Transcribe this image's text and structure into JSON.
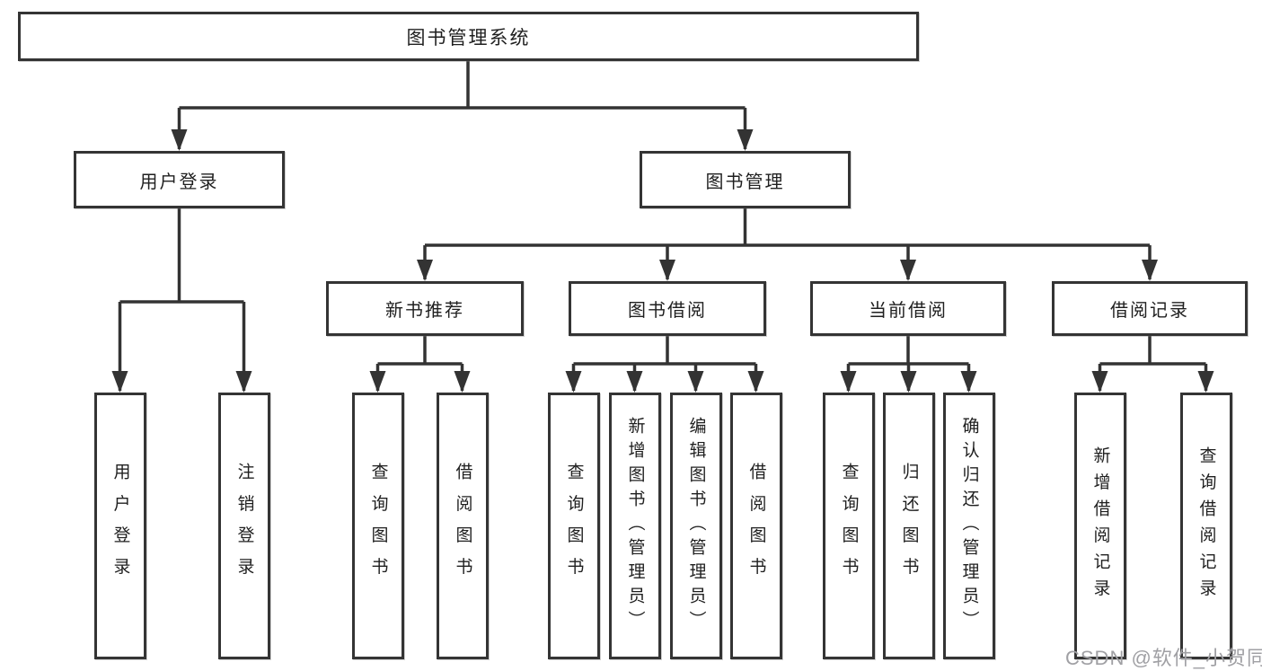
{
  "diagram": {
    "root": {
      "label": "图书管理系统"
    },
    "branches": [
      {
        "label": "用户登录",
        "children": [
          {
            "label": "用户登录"
          },
          {
            "label": "注销登录"
          }
        ]
      },
      {
        "label": "图书管理",
        "children": [
          {
            "label": "新书推荐",
            "children": [
              {
                "label": "查询图书"
              },
              {
                "label": "借阅图书"
              }
            ]
          },
          {
            "label": "图书借阅",
            "children": [
              {
                "label": "查询图书"
              },
              {
                "label": "新增图书（管理员）"
              },
              {
                "label": "编辑图书（管理员）"
              },
              {
                "label": "借阅图书"
              }
            ]
          },
          {
            "label": "当前借阅",
            "children": [
              {
                "label": "查询图书"
              },
              {
                "label": "归还图书"
              },
              {
                "label": "确认归还（管理员）"
              }
            ]
          },
          {
            "label": "借阅记录",
            "children": [
              {
                "label": "新增借阅记录"
              },
              {
                "label": "查询借阅记录"
              }
            ]
          }
        ]
      }
    ]
  },
  "watermark": {
    "text": "CSDN @软件_小贺同学"
  },
  "colors": {
    "line": "#333333",
    "box_border": "#343434",
    "text": "#1f1f1f",
    "watermark": "#a0a0a4",
    "background": "#ffffff"
  }
}
